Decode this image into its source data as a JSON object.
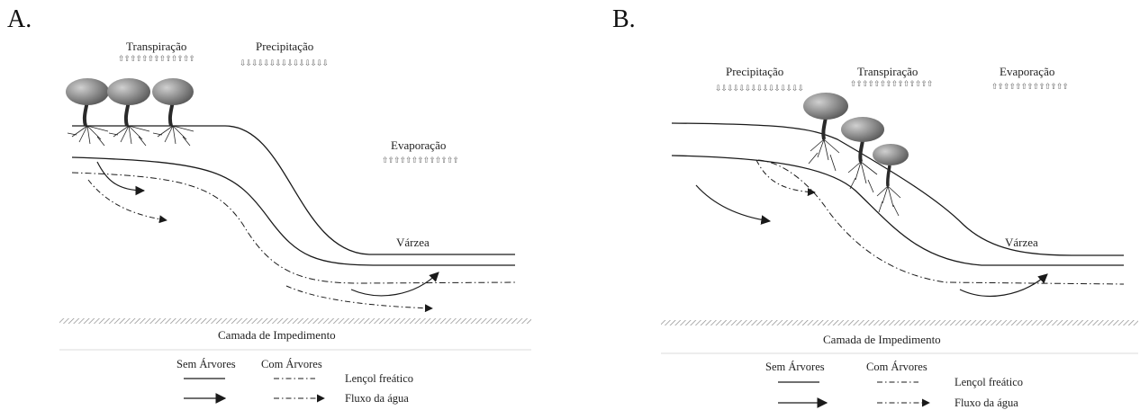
{
  "panel_a": {
    "letter": "A.",
    "process_labels": {
      "transpiration": "Transpiração",
      "precipitation": "Precipitação",
      "evaporation": "Evaporação"
    },
    "floodplain": "Várzea",
    "impediment_layer": "Camada de Impedimento",
    "legend": {
      "without_trees": "Sem Árvores",
      "with_trees": "Com Árvores",
      "water_table": "Lençol freático",
      "water_flow": "Fluxo da água"
    }
  },
  "panel_b": {
    "letter": "B.",
    "process_labels": {
      "precipitation": "Precipitação",
      "transpiration": "Transpiração",
      "evaporation": "Evaporação"
    },
    "floodplain": "Várzea",
    "impediment_layer": "Camada de Impedimento",
    "legend": {
      "without_trees": "Sem Árvores",
      "with_trees": "Com Árvores",
      "water_table": "Lençol freático",
      "water_flow": "Fluxo da água"
    }
  },
  "icons": {
    "up_arrow": "⇧",
    "down_arrow": "⇩"
  },
  "colors": {
    "line": "#1a1a1a",
    "tree": "#7a7a7a",
    "hatch": "#9a9a9a"
  }
}
